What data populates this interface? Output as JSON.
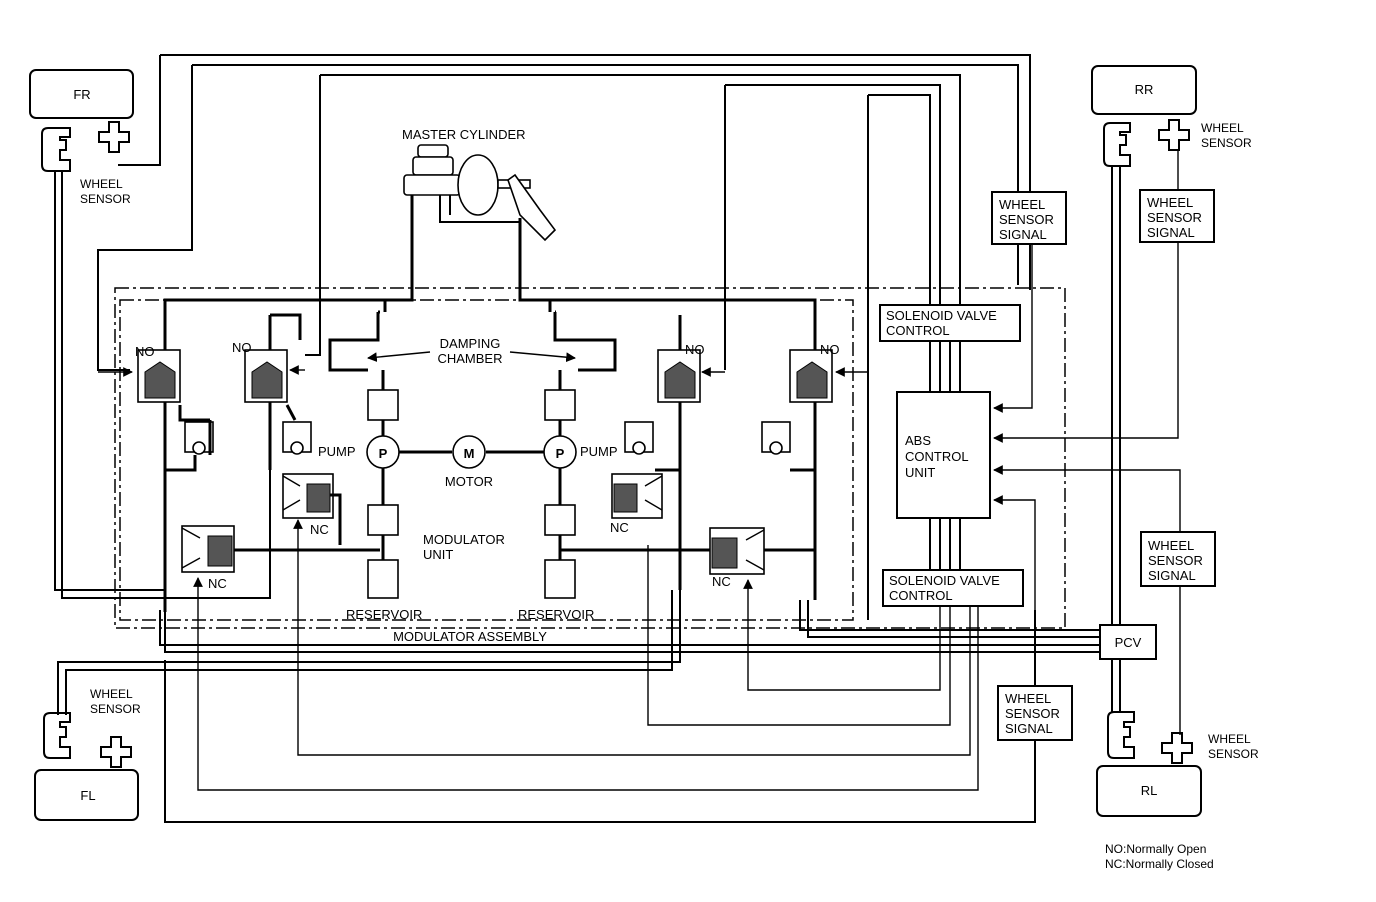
{
  "wheels": {
    "fr": "FR",
    "rr": "RR",
    "fl": "FL",
    "rl": "RL"
  },
  "labels": {
    "wheel_sensor_line1": "WHEEL",
    "wheel_sensor_line2": "SENSOR",
    "signal_line1": "WHEEL",
    "signal_line2": "SENSOR",
    "signal_line3": "SIGNAL",
    "master_cylinder": "MASTER CYLINDER",
    "damping_line1": "DAMPING",
    "damping_line2": "CHAMBER",
    "no": "NO",
    "nc": "NC",
    "pump": "PUMP",
    "pump_symbol": "P",
    "motor_symbol": "M",
    "motor": "MOTOR",
    "modulator_line1": "MODULATOR",
    "modulator_line2": "UNIT",
    "reservoir": "RESERVOIR",
    "modulator_assembly": "MODULATOR ASSEMBLY",
    "solenoid_line1": "SOLENOID VALVE",
    "solenoid_line2": "CONTROL",
    "abs_line1": "ABS",
    "abs_line2": "CONTROL",
    "abs_line3": "UNIT",
    "pcv": "PCV"
  },
  "legend": {
    "no": "NO:Normally Open",
    "nc": "NC:Normally Closed"
  }
}
